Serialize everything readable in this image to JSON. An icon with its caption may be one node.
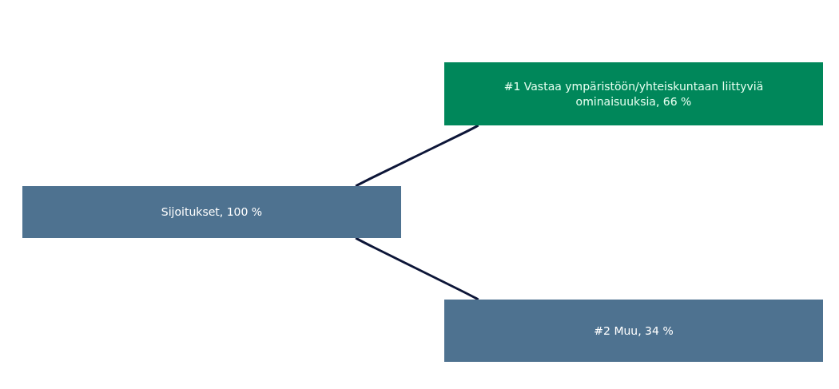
{
  "diagram": {
    "nodes": [
      {
        "text": [
          "Sijoitukset, 100 %"
        ]
      },
      {
        "text": [
          "#1 Vastaa ympäristöön/yhteiskuntaan liittyviä ominaisuuksia, 66 %"
        ]
      },
      {
        "text": [
          "#2 Muu, 34 %"
        ]
      }
    ],
    "edges": [
      {
        "from": 0,
        "to": 1,
        "arrow": "none"
      },
      {
        "from": 0,
        "to": 2,
        "arrow": "none"
      }
    ]
  }
}
